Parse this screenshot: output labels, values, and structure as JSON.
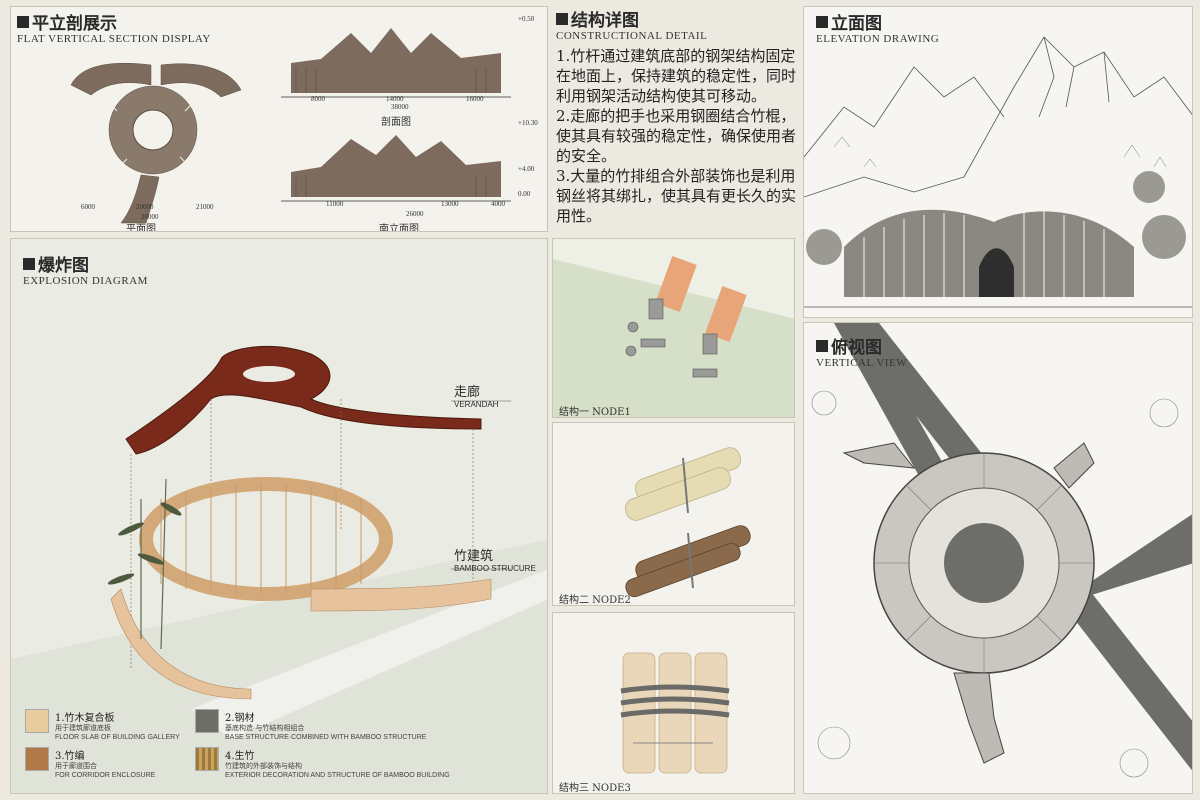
{
  "sections": {
    "plan": {
      "title_cn": "平立剖展示",
      "title_en": "FLAT VERTICAL SECTION DISPLAY"
    },
    "detail": {
      "title_cn": "结构详图",
      "title_en": "CONSTRUCTIONAL DETAIL"
    },
    "elevation": {
      "title_cn": "立面图",
      "title_en": "ELEVATION DRAWING"
    },
    "explosion": {
      "title_cn": "爆炸图",
      "title_en": "EXPLOSION DIAGRAM"
    },
    "vertical": {
      "title_cn": "俯视图",
      "title_en": "VERTICAL VIEW"
    }
  },
  "plan_captions": {
    "plan": "平面图",
    "section": "剖面图",
    "south": "南立面图"
  },
  "dimensions": {
    "section": [
      "8000",
      "14000",
      "16000",
      "38000"
    ],
    "south": [
      "11000",
      "26000",
      "13000",
      "4000"
    ],
    "plan": [
      "6000",
      "20000",
      "21000",
      "28000"
    ],
    "levels": [
      "+0.50",
      "+10.30",
      "+4.00",
      "0.00"
    ]
  },
  "detail_text": [
    "1.竹杆通过建筑底部的钢架结构固定在地面上，保持建筑的稳定性，同时利用钢架活动结构使其可移动。",
    "2.走廊的把手也采用钢圈结合竹棍，使其具有较强的稳定性，确保使用者的安全。",
    "3.大量的竹排组合外部装饰也是利用钢丝将其绑扎，使其具有更长久的实用性。"
  ],
  "explosion_labels": {
    "verandah_cn": "走廊",
    "verandah_en": "VERANDAH",
    "bamboo_cn": "竹建筑",
    "bamboo_en": "BAMBOO STRUCURE"
  },
  "legend": [
    {
      "title": "1.竹木复合板",
      "sub1": "用于建筑廊道底板",
      "sub2": "FLOOR SLAB OF BUILDING GALLERY",
      "color": "#e6cc9e"
    },
    {
      "title": "2.钢材",
      "sub1": "基底构造·与竹结构相组合",
      "sub2": "BASE STRUCTURE·COMBINED WITH BAMBOO STRUCTURE",
      "color": "#6e6e66"
    },
    {
      "title": "3.竹编",
      "sub1": "用于廊道围合",
      "sub2": "FOR CORRIDOR ENCLOSURE",
      "color": "#b07a48"
    },
    {
      "title": "4.生竹",
      "sub1": "竹建筑的外部装饰与结构",
      "sub2": "EXTERIOR DECORATION AND STRUCTURE OF BAMBOO BUILDING",
      "color": "#9c7a3c"
    }
  ],
  "nodes": [
    {
      "label": "结构一 NODE1"
    },
    {
      "label": "结构二 NODE2"
    },
    {
      "label": "结构三 NODE3"
    }
  ]
}
